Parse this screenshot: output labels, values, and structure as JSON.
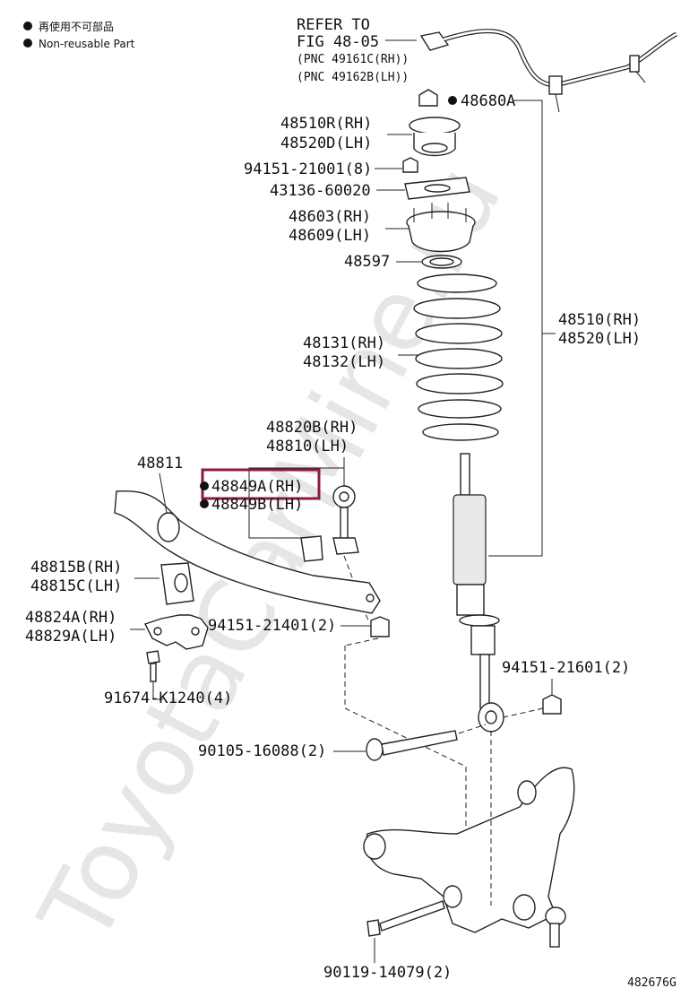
{
  "legend": {
    "reusable_jp": "再使用不可部品",
    "nonreusable_en": "Non-reusable Part"
  },
  "watermark": "ToyotaCarMine.ru",
  "refer": {
    "line1": "REFER TO",
    "line2": "FIG 48-05",
    "line3": "(PNC 49161C(RH))",
    "line4": "(PNC 49162B(LH))"
  },
  "labels": {
    "p48680A": "48680A",
    "p48510R": "48510R(RH)",
    "p48520D": "48520D(LH)",
    "p94151_21001": "94151-21001(8)",
    "p43136": "43136-60020",
    "p48603": "48603(RH)",
    "p48609": "48609(LH)",
    "p48597": "48597",
    "p48510": "48510(RH)",
    "p48520": "48520(LH)",
    "p48131": "48131(RH)",
    "p48132": "48132(LH)",
    "p48820B": "48820B(RH)",
    "p48810": "48810(LH)",
    "p48811": "48811",
    "p48849A": "48849A(RH)",
    "p48849B": "48849B(LH)",
    "p48815B": "48815B(RH)",
    "p48815C": "48815C(LH)",
    "p48824A": "48824A(RH)",
    "p48829A": "48829A(LH)",
    "p94151_21401": "94151-21401(2)",
    "p94151_21601": "94151-21601(2)",
    "p91674": "91674-K1240(4)",
    "p90105": "90105-16088(2)",
    "p90119": "90119-14079(2)"
  },
  "figure_code": "482676G",
  "colors": {
    "highlight": "#8b1c3a",
    "ink": "#111111",
    "watermark": "#e6e6e6"
  }
}
